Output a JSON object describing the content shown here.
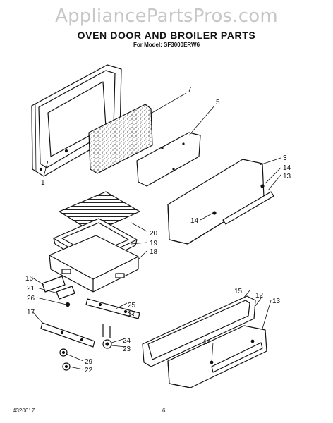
{
  "watermark": "AppliancePartsPros.com",
  "header": {
    "title": "OVEN DOOR AND BROILER PARTS",
    "subtitle": "For Model: SF3000ERW6"
  },
  "callouts": {
    "c1": "1",
    "c3": "3",
    "c5": "5",
    "c7": "7",
    "c12": "12",
    "c13a": "13",
    "c13b": "13",
    "c14a": "14",
    "c14b": "14",
    "c14c": "14",
    "c15": "15",
    "c16": "16",
    "c17a": "17",
    "c17b": "17",
    "c18": "18",
    "c19": "19",
    "c20": "20",
    "c21": "21",
    "c22": "22",
    "c23": "23",
    "c24": "24",
    "c25": "25",
    "c26": "26",
    "c29": "29"
  },
  "footer": {
    "doc_number": "4320617",
    "page_number": "6"
  }
}
